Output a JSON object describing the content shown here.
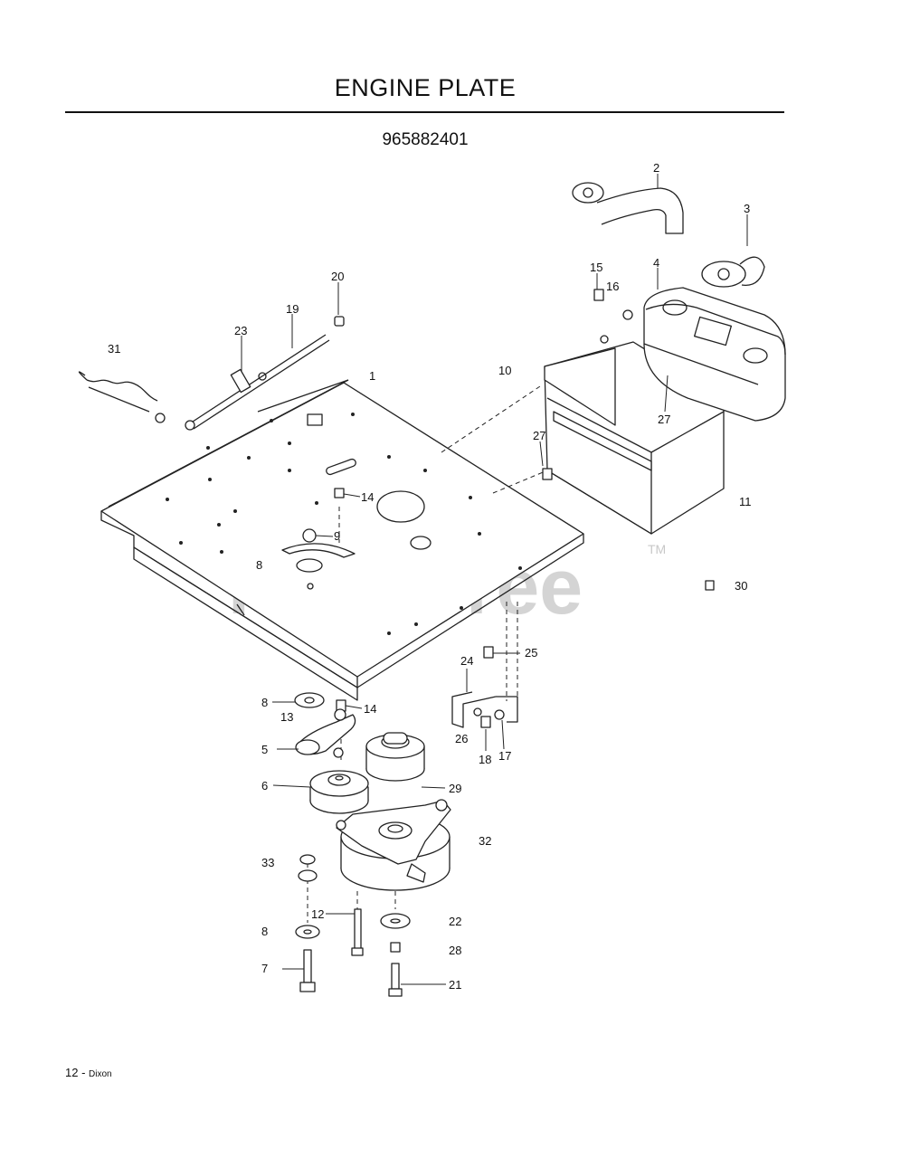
{
  "header": {
    "title": "ENGINE PLATE",
    "part_number": "965882401"
  },
  "watermark": {
    "text": "PartsTree",
    "trademark": "TM"
  },
  "callouts": [
    {
      "id": "c-1",
      "label": "1"
    },
    {
      "id": "c-2",
      "label": "2"
    },
    {
      "id": "c-3",
      "label": "3"
    },
    {
      "id": "c-4",
      "label": "4"
    },
    {
      "id": "c-5",
      "label": "5"
    },
    {
      "id": "c-6",
      "label": "6"
    },
    {
      "id": "c-7",
      "label": "7"
    },
    {
      "id": "c-8a",
      "label": "8"
    },
    {
      "id": "c-8b",
      "label": "8"
    },
    {
      "id": "c-8c",
      "label": "8"
    },
    {
      "id": "c-9",
      "label": "9"
    },
    {
      "id": "c-10",
      "label": "10"
    },
    {
      "id": "c-11",
      "label": "11"
    },
    {
      "id": "c-12",
      "label": "12"
    },
    {
      "id": "c-13",
      "label": "13"
    },
    {
      "id": "c-14a",
      "label": "14"
    },
    {
      "id": "c-14b",
      "label": "14"
    },
    {
      "id": "c-15",
      "label": "15"
    },
    {
      "id": "c-16",
      "label": "16"
    },
    {
      "id": "c-17",
      "label": "17"
    },
    {
      "id": "c-18",
      "label": "18"
    },
    {
      "id": "c-19",
      "label": "19"
    },
    {
      "id": "c-20",
      "label": "20"
    },
    {
      "id": "c-21",
      "label": "21"
    },
    {
      "id": "c-22",
      "label": "22"
    },
    {
      "id": "c-23",
      "label": "23"
    },
    {
      "id": "c-24",
      "label": "24"
    },
    {
      "id": "c-25",
      "label": "25"
    },
    {
      "id": "c-26",
      "label": "26"
    },
    {
      "id": "c-27a",
      "label": "27"
    },
    {
      "id": "c-27b",
      "label": "27"
    },
    {
      "id": "c-28",
      "label": "28"
    },
    {
      "id": "c-29",
      "label": "29"
    },
    {
      "id": "c-30",
      "label": "30"
    },
    {
      "id": "c-31",
      "label": "31"
    },
    {
      "id": "c-32",
      "label": "32"
    },
    {
      "id": "c-33",
      "label": "33"
    }
  ],
  "footer": {
    "page": "12",
    "separator": " - ",
    "brand": "Dixon"
  }
}
